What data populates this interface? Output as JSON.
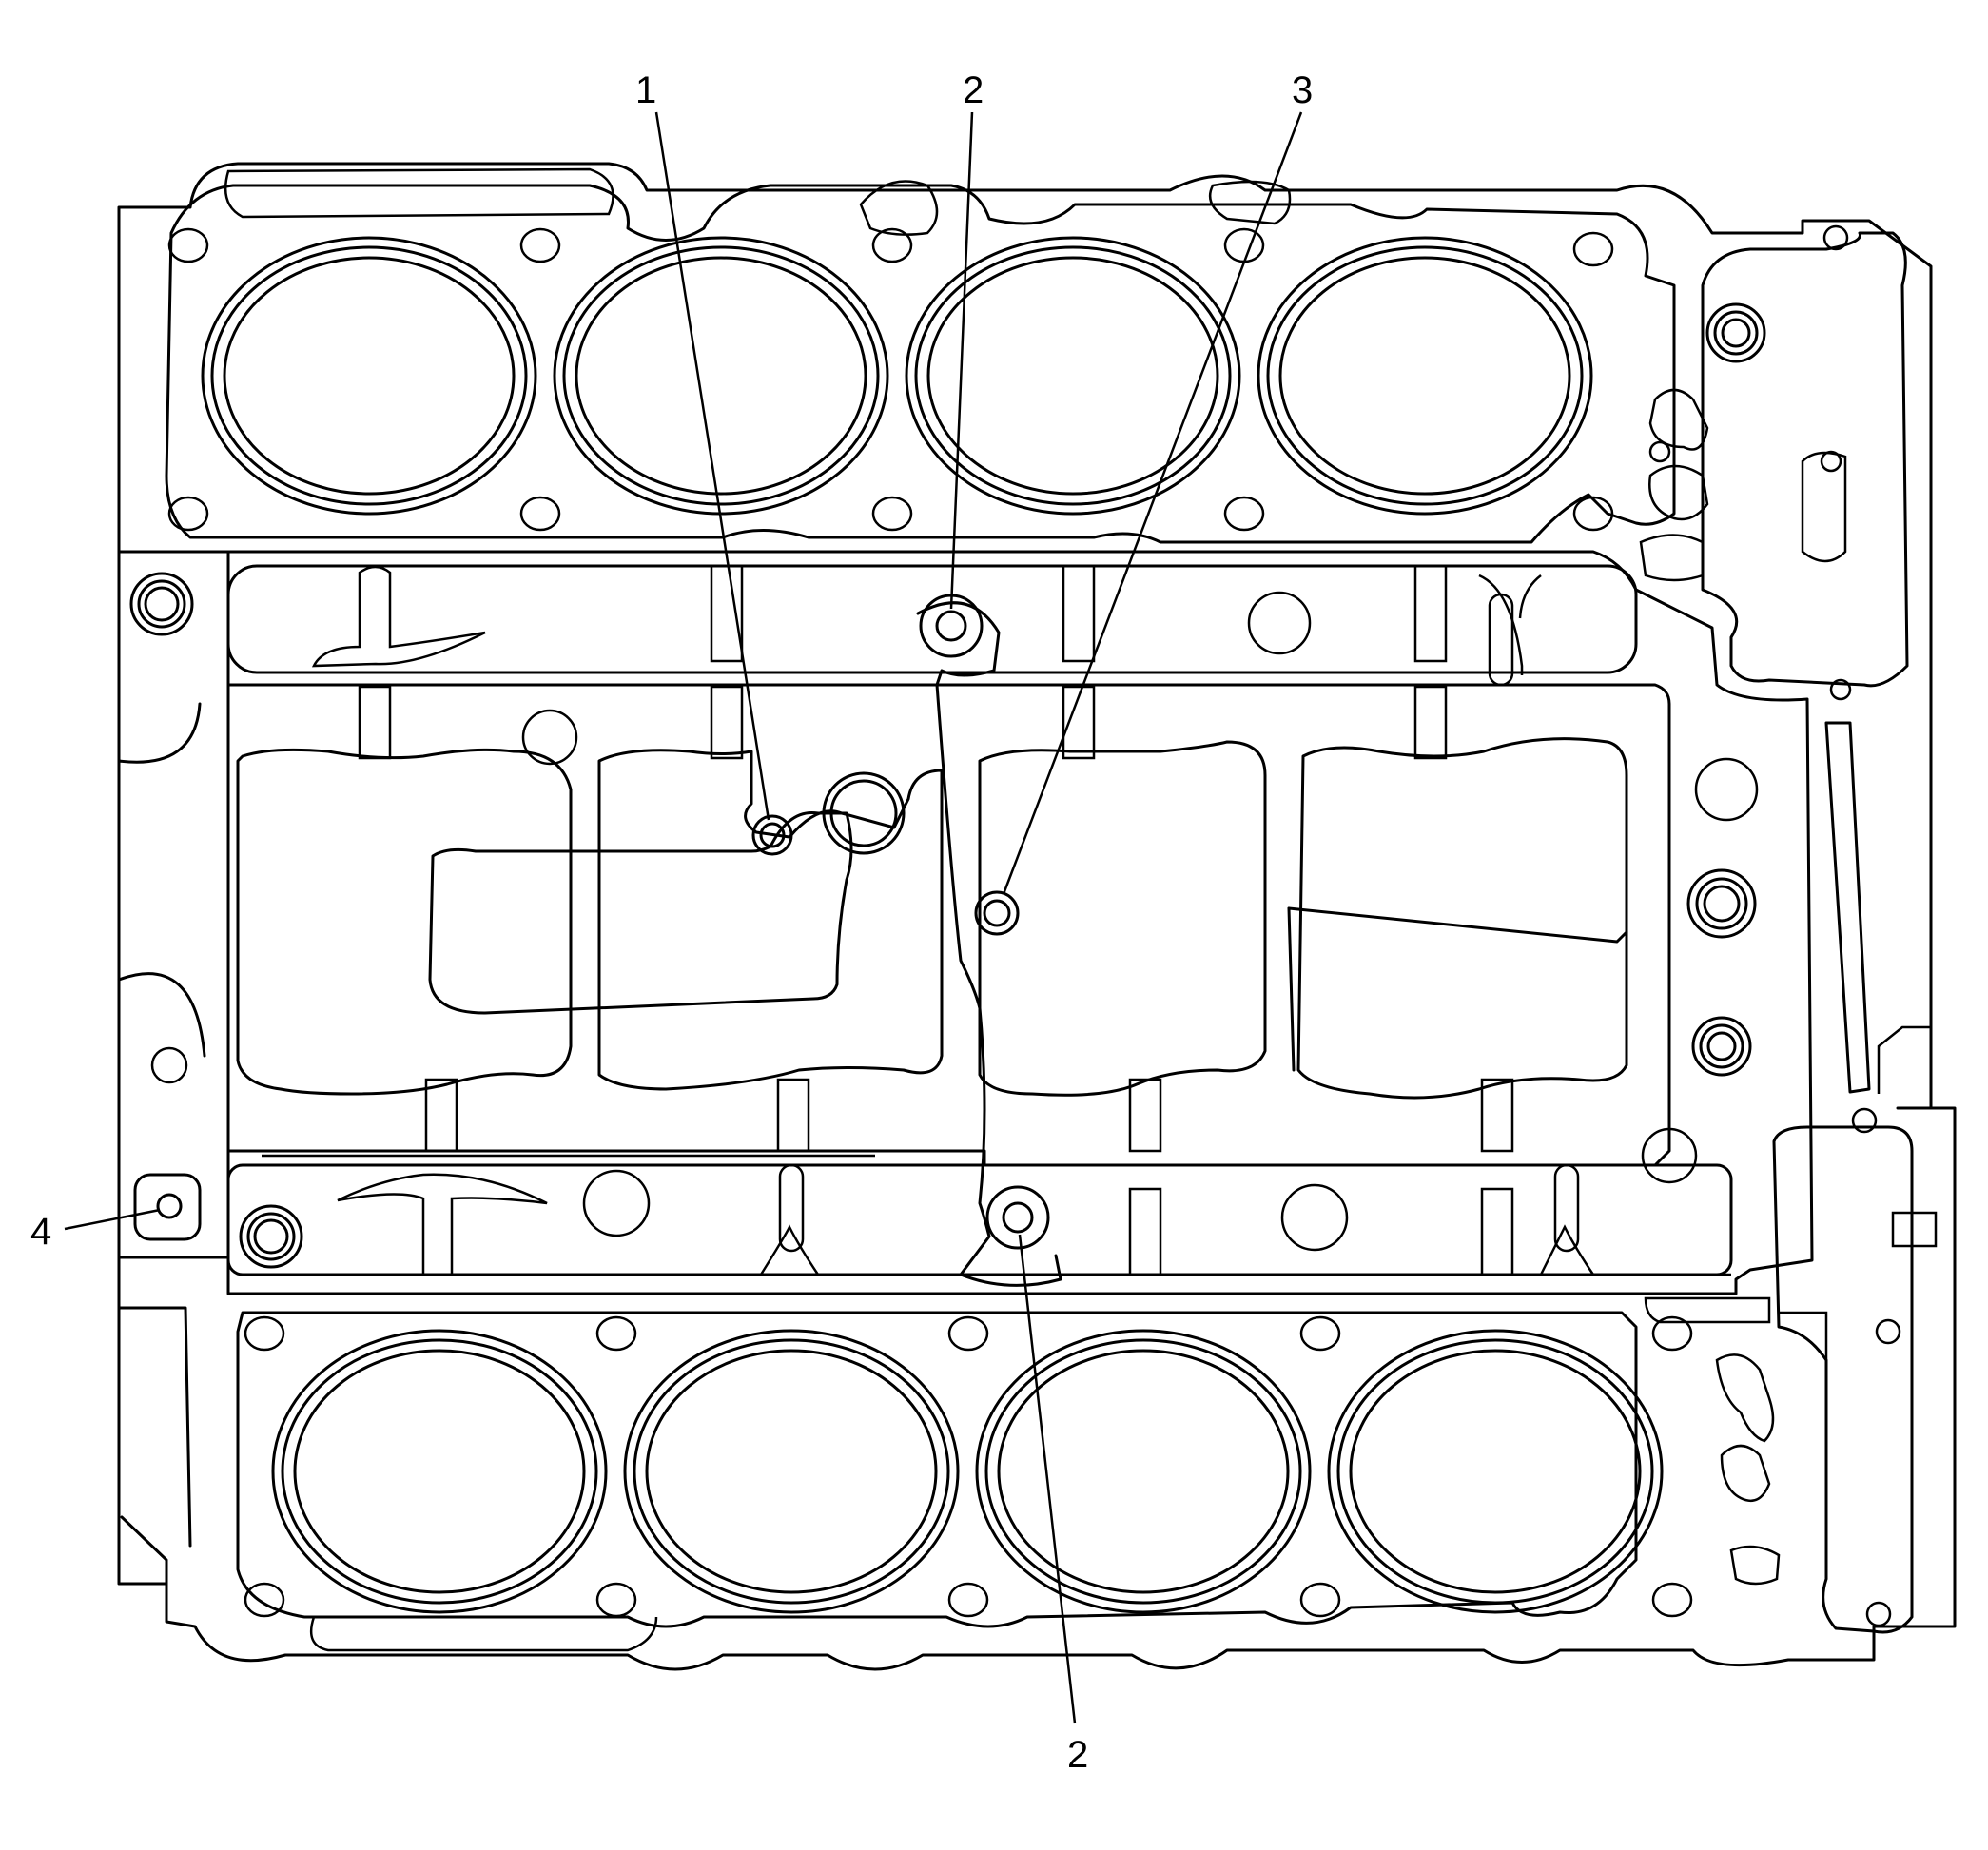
{
  "diagram": {
    "type": "engine block deck / head gasket line drawing",
    "cylinders_per_bank": 4,
    "banks": 2,
    "callouts": [
      {
        "id": "c1",
        "label": "1"
      },
      {
        "id": "c2a",
        "label": "2"
      },
      {
        "id": "c3",
        "label": "3"
      },
      {
        "id": "c2b",
        "label": "2"
      },
      {
        "id": "c4",
        "label": "4"
      }
    ],
    "colors": {
      "line": "#000000",
      "background": "#ffffff"
    }
  }
}
